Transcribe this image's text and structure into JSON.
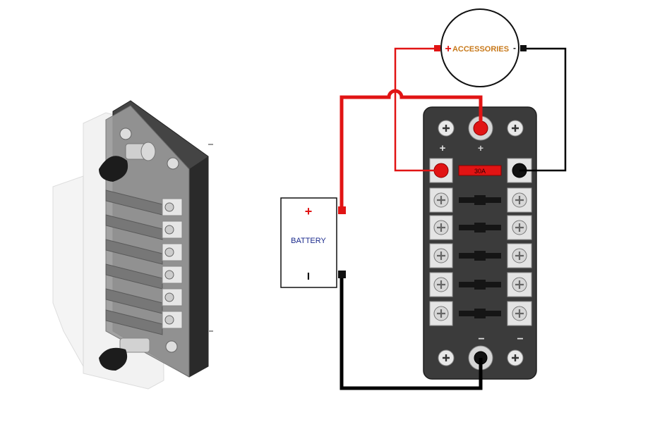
{
  "accessories": {
    "label": "ACCESSORIES",
    "plus_symbol": "+",
    "minus_symbol": "-"
  },
  "battery": {
    "label": "BATTERY",
    "plus_symbol": "+",
    "minus_symbol": "I"
  },
  "fuse_block": {
    "active_fuse_rating": "30A",
    "plus_symbol": "+",
    "minus_symbol": "−",
    "fuse_slot_count": 6
  },
  "colors": {
    "positive_wire": "#e11414",
    "negative_wire": "#000000",
    "accessories_text": "#c8791a",
    "battery_text": "#1a2a8c",
    "block_body": "#3b3b3b"
  }
}
